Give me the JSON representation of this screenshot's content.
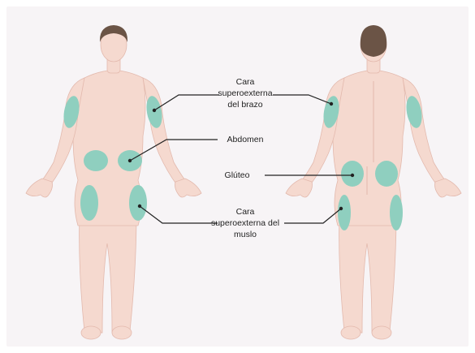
{
  "labels": {
    "arm": [
      "Cara",
      "superoexterna",
      "del brazo"
    ],
    "abdomen": [
      "Abdomen"
    ],
    "gluteus": [
      "Glúteo"
    ],
    "thigh": [
      "Cara",
      "superoexterna del",
      "muslo"
    ]
  },
  "colors": {
    "background": "#f7f4f6",
    "skin": "#f5d9cf",
    "skin_outline": "#e3b9ad",
    "hair": "#6b5446",
    "injection_zone": "#8fcfbf",
    "leader_line": "#222222",
    "text": "#222222"
  },
  "figures": {
    "front": "front-body",
    "back": "back-body"
  }
}
